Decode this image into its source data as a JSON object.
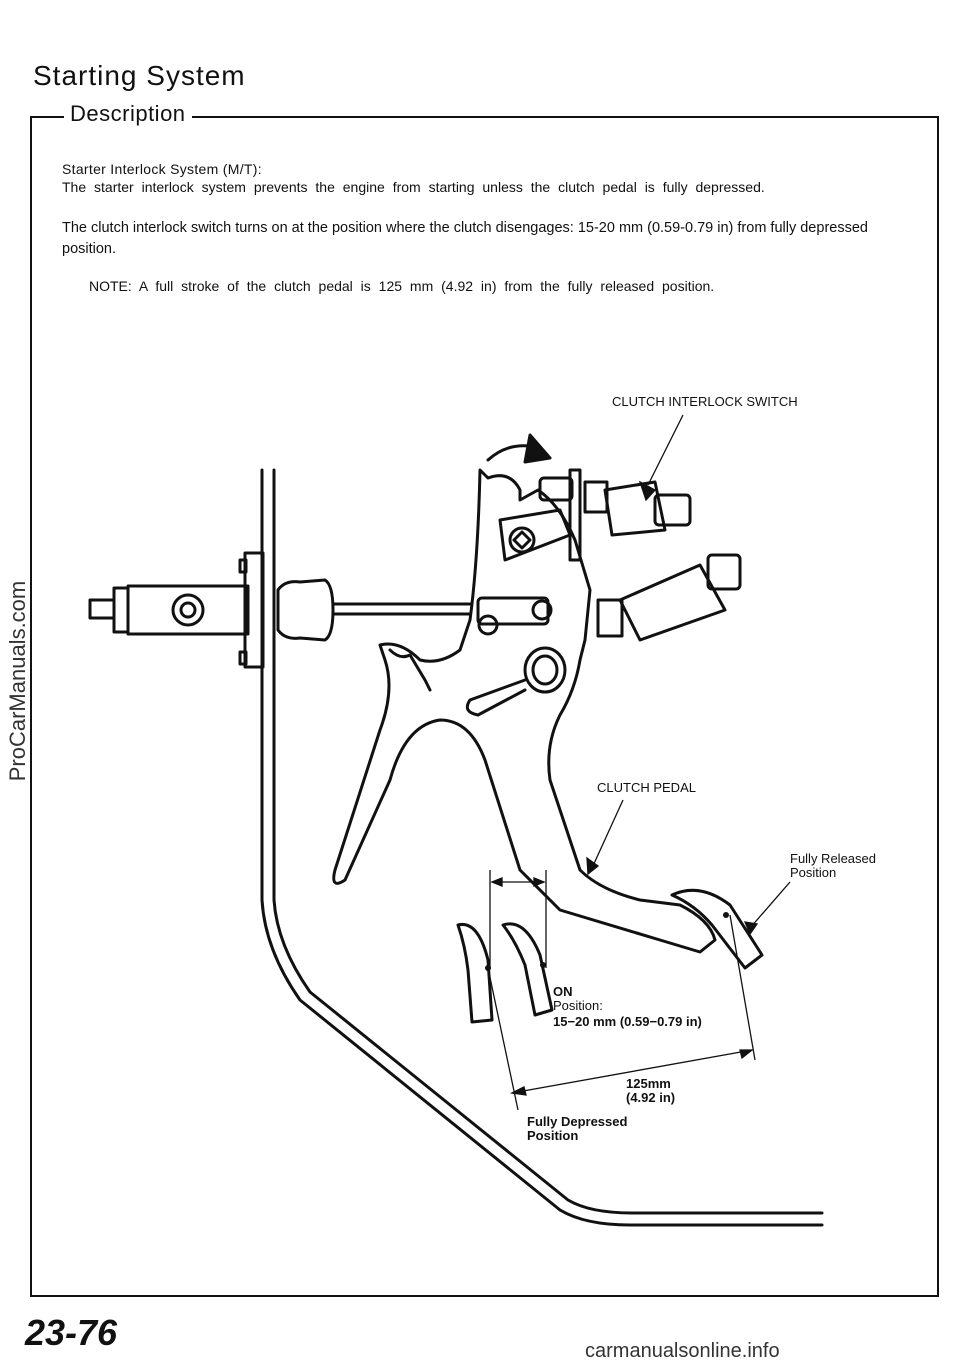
{
  "header": {
    "title": "Starting System",
    "section": "Description"
  },
  "body": {
    "p1_line1": "Starter Interlock System (M/T):",
    "p1_line2": "The starter interlock system prevents the engine from starting unless the clutch pedal is fully depressed.",
    "p2": "The clutch interlock switch turns on at the position where the clutch disengages: 15-20 mm (0.59-0.79 in) from fully depressed position.",
    "note": "NOTE:  A full stroke of the clutch pedal is 125 mm (4.92 in) from the fully released position."
  },
  "diagram": {
    "switch_label": "CLUTCH INTERLOCK SWITCH",
    "pedal_label": "CLUTCH PEDAL",
    "released_label": "Fully Released\nPosition",
    "on_label_1": "ON",
    "on_label_2": "Position:",
    "on_label_3": "15−20 mm (0.59−0.79 in)",
    "stroke_label_1": "125mm",
    "stroke_label_2": "(4.92 in)",
    "depressed_label_1": "Fully Depressed",
    "depressed_label_2": "Position"
  },
  "footer": {
    "page_number": "23-76",
    "watermark_side": "ProCarManuals.com",
    "watermark_bottom": "carmanualsonline.info"
  }
}
